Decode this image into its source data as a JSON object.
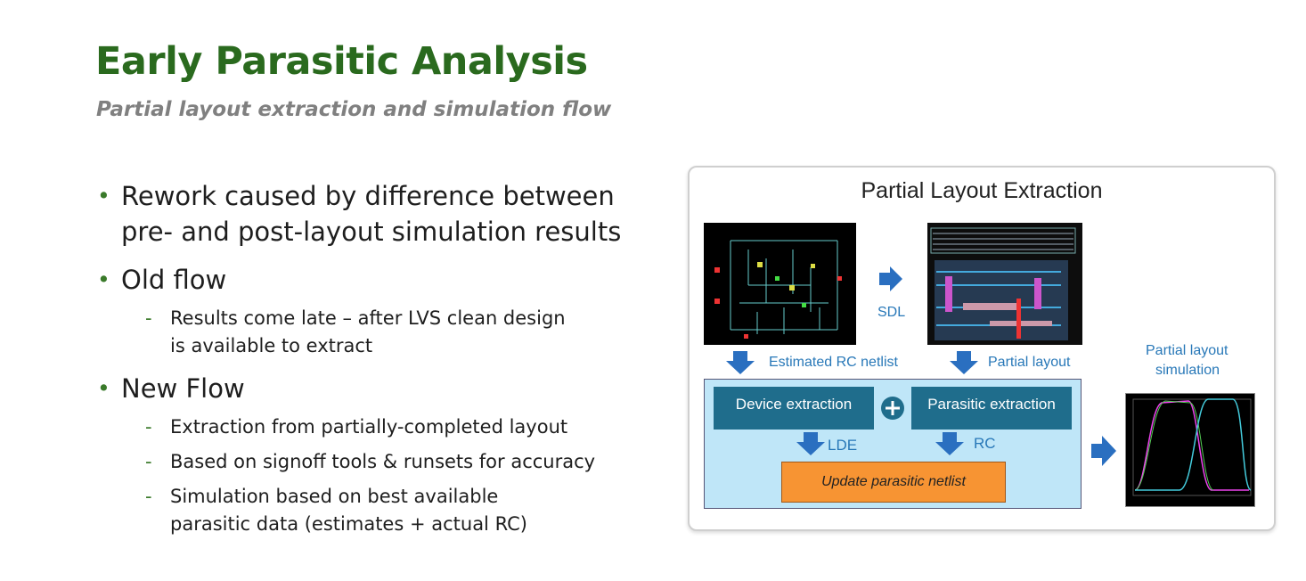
{
  "title": "Early Parasitic Analysis",
  "subtitle": "Partial layout extraction and simulation flow",
  "bullets": [
    {
      "text": "Rework caused by difference between pre- and post-layout simulation results",
      "sub": []
    },
    {
      "text": "Old flow",
      "sub": [
        "Results come late – after LVS clean design is available to extract"
      ]
    },
    {
      "text": "New Flow",
      "sub": [
        "Extraction from partially-completed layout",
        "Based on signoff tools & runsets for accuracy",
        "Simulation based on best available parasitic data (estimates + actual RC)"
      ]
    }
  ],
  "diagram": {
    "title": "Partial Layout Extraction",
    "sdl": "SDL",
    "estimated_rc": "Estimated RC netlist",
    "partial_layout": "Partial layout",
    "sim_label_1": "Partial layout",
    "sim_label_2": "simulation",
    "device_extraction": "Device extraction",
    "parasitic_extraction": "Parasitic extraction",
    "lde": "LDE",
    "rc": "RC",
    "update_netlist": "Update parasitic netlist"
  },
  "colors": {
    "title": "#2a6a1e",
    "arrow": "#2a6fc0",
    "dark_box": "#1f6d8c",
    "orange": "#f79433",
    "light_blue": "#bfe6f8"
  }
}
